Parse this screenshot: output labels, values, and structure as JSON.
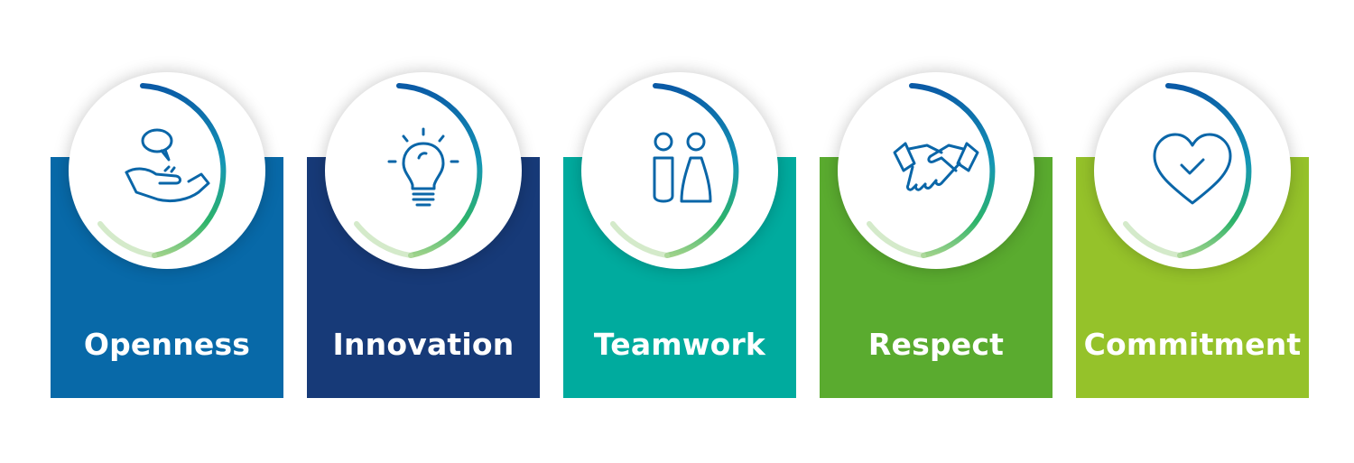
{
  "values": [
    {
      "label": "Openness",
      "icon": "hand-speech-bubble-icon",
      "color": "#0869a8"
    },
    {
      "label": "Innovation",
      "icon": "lightbulb-icon",
      "color": "#173a78"
    },
    {
      "label": "Teamwork",
      "icon": "two-people-icon",
      "color": "#00ab9e"
    },
    {
      "label": "Respect",
      "icon": "handshake-icon",
      "color": "#5aab2f"
    },
    {
      "label": "Commitment",
      "icon": "heart-check-icon",
      "color": "#95c22a"
    }
  ],
  "colors": {
    "icon_stroke": "#0a66a8",
    "ring_start": "#0a5aa6",
    "ring_end": "#3bb54a"
  }
}
